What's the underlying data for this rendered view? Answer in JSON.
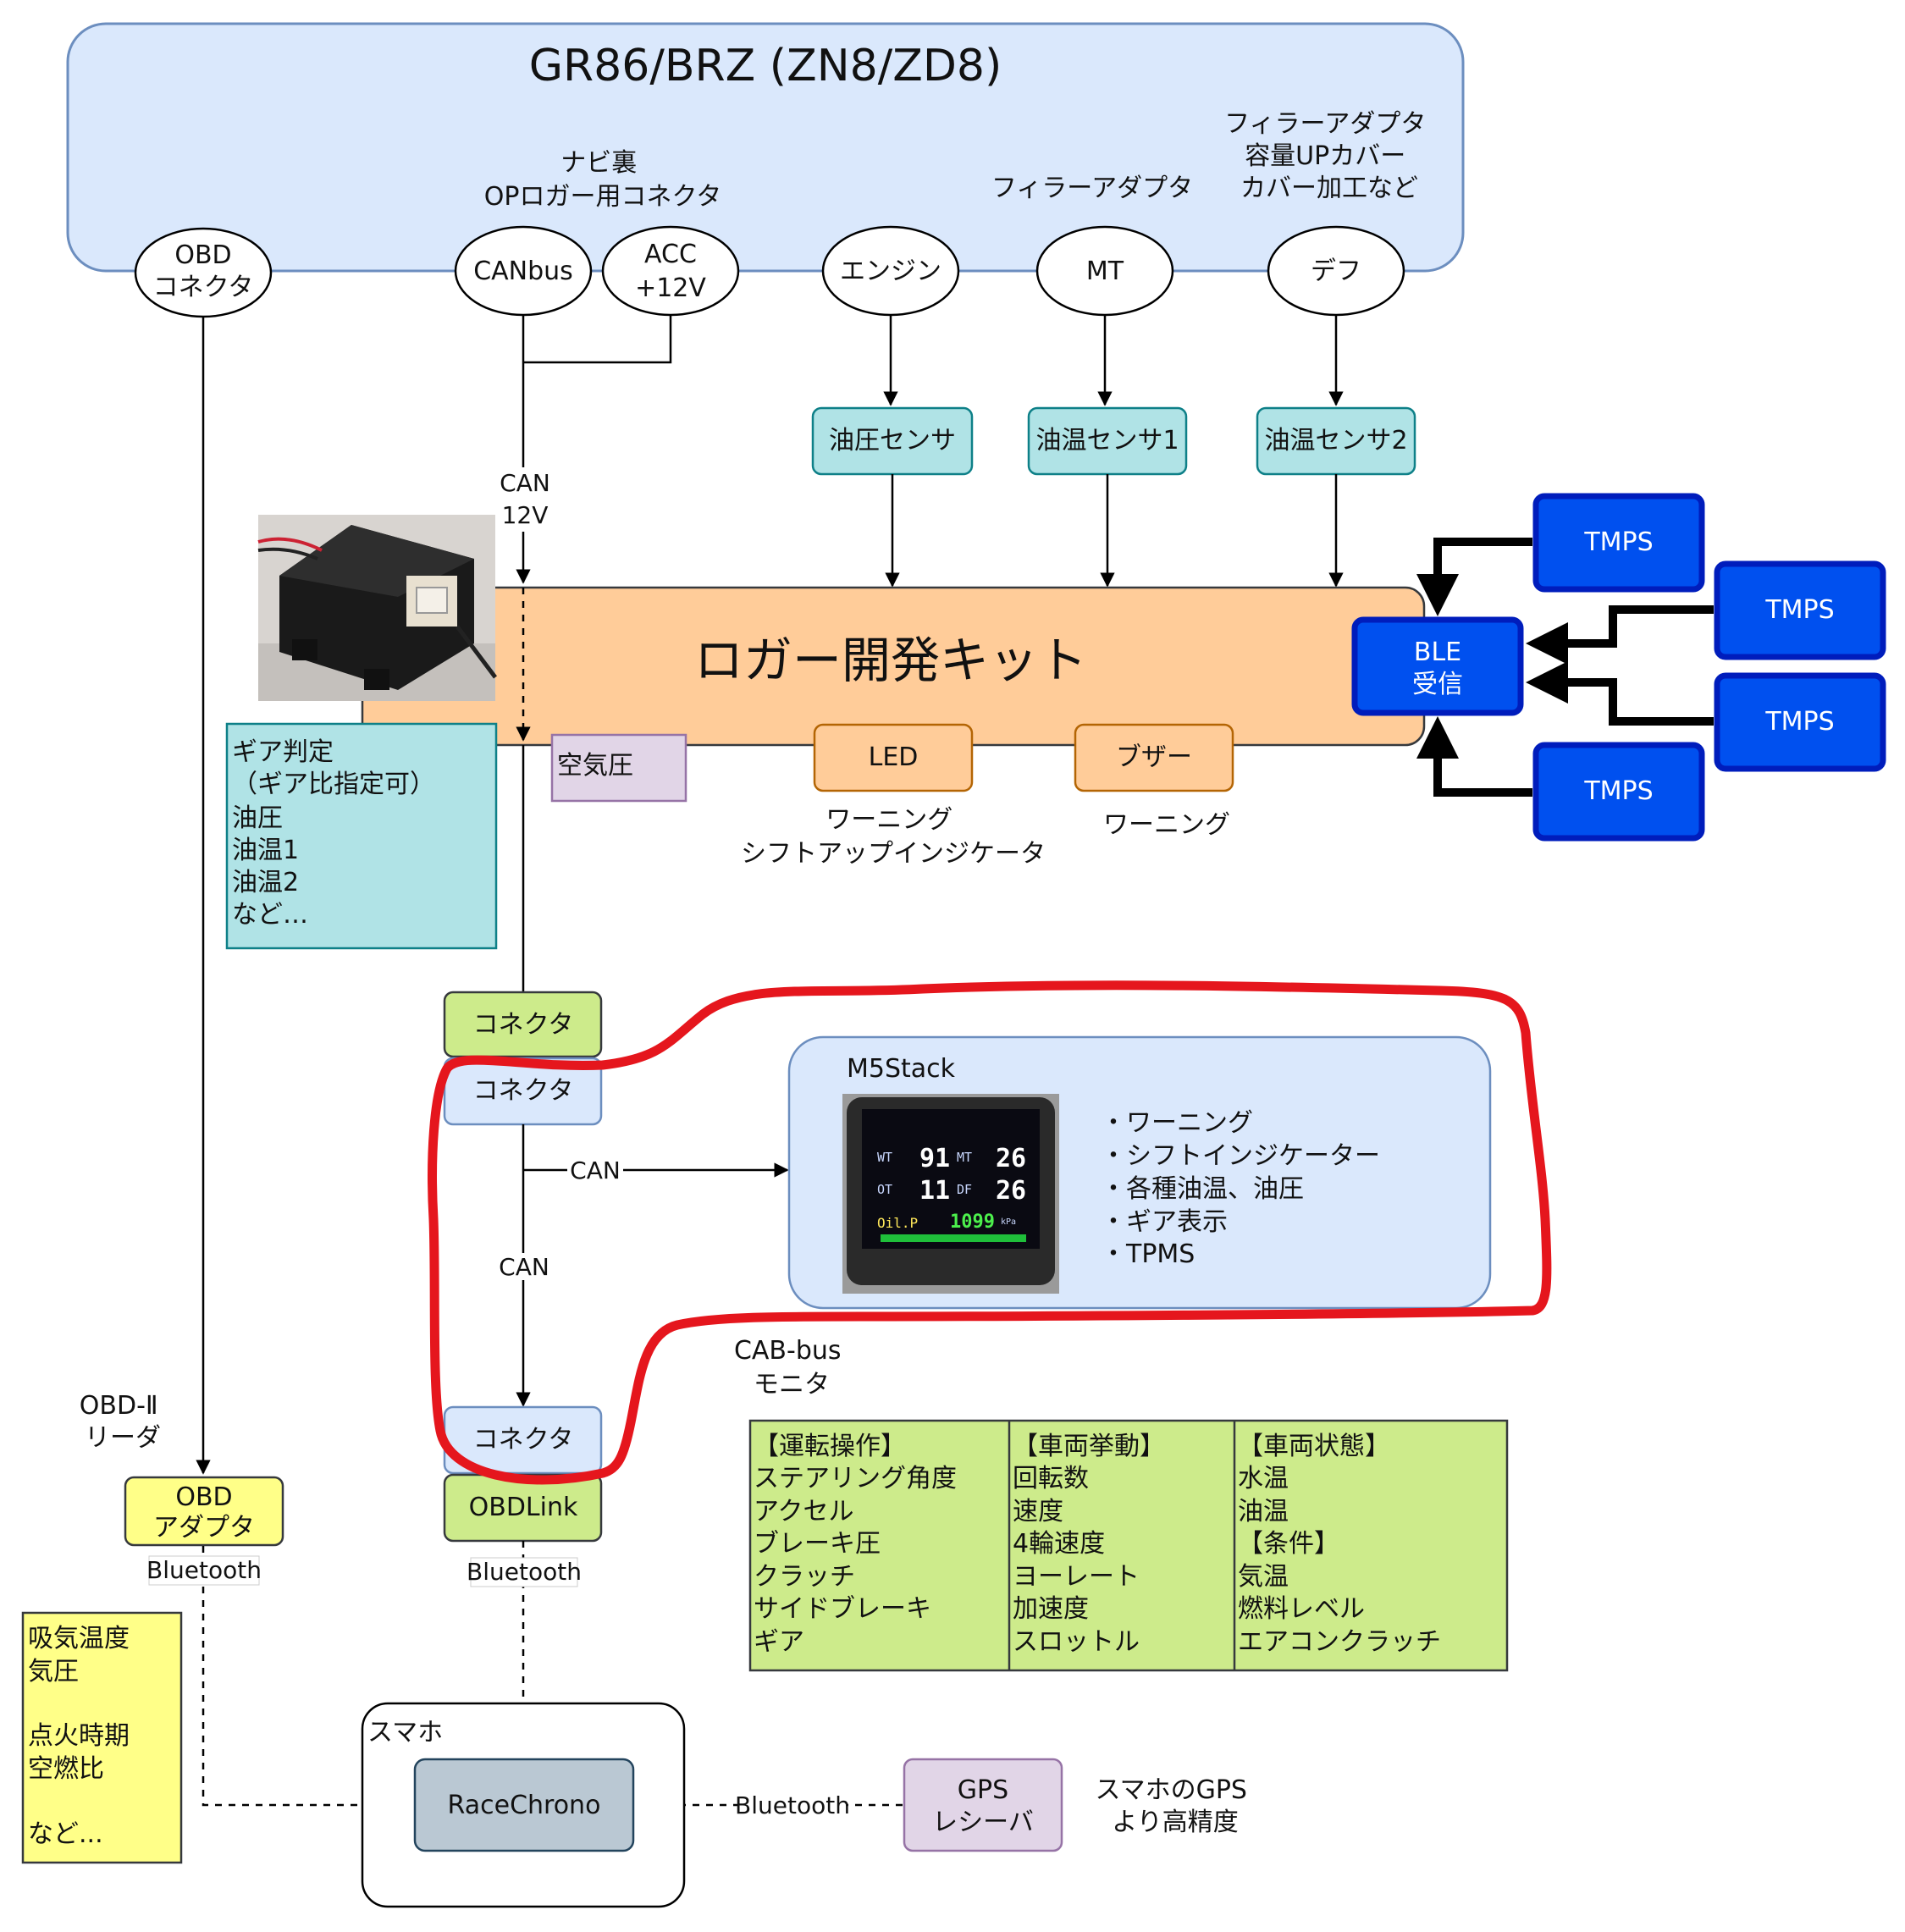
{
  "car": {
    "title": "GR86/BRZ (ZN8/ZD8)"
  },
  "ports": {
    "obd": [
      "OBD",
      "コネクタ"
    ],
    "canbus": "CANbus",
    "acc": [
      "ACC",
      "+12V"
    ],
    "engine": "エンジン",
    "mt": "MT",
    "diff": "デフ"
  },
  "port_notes": {
    "navi": [
      "ナビ裏",
      "OPロガー用コネクタ"
    ],
    "pillar": "フィラーアダプタ",
    "pillar2": [
      "フィラーアダプタ",
      "容量UPカバー",
      "カバー加工など"
    ]
  },
  "sensors": {
    "oil_press": "油圧センサ",
    "oil_temp1": "油温センサ1",
    "oil_temp2": "油温センサ2"
  },
  "logger": {
    "title": "ロガー開発キット",
    "led": "LED",
    "buzzer": "ブザー",
    "led_note": [
      "ワーニング",
      "シフトアップインジケータ"
    ],
    "buzzer_note": "ワーニング",
    "air": "空気圧"
  },
  "ble": [
    "BLE",
    "受信"
  ],
  "tpms": [
    "TMPS",
    "TMPS",
    "TMPS",
    "TMPS"
  ],
  "logger_features": [
    "ギア判定",
    "（ギア比指定可）",
    "油圧",
    "油温1",
    "油温2",
    "など…"
  ],
  "wire_labels": {
    "can12v": [
      "CAN",
      "12V"
    ],
    "can_a": "CAN",
    "can_b": "CAN",
    "bt1": "Bluetooth",
    "bt2": "Bluetooth",
    "bt3": "Bluetooth"
  },
  "connectors": {
    "c1": "コネクタ",
    "c2": "コネクタ",
    "c3": "コネクタ",
    "obdlink": "OBDLink"
  },
  "m5": {
    "title": "M5Stack",
    "features": [
      "・ワーニング",
      "・シフトインジケーター",
      "・各種油温、油圧",
      "・ギア表示",
      "・TPMS"
    ],
    "screen": {
      "wt": "WT",
      "wt_val": "91",
      "mt": "MT",
      "mt_val": "26",
      "ot": "OT",
      "ot_val": "11",
      "df": "DF",
      "df_val": "26",
      "oilp": "Oil.P",
      "oilp_val": "1099",
      "oilp_unit": "kPa"
    }
  },
  "canbus_monitor": [
    "CAB-bus",
    "モニタ"
  ],
  "obd2_reader": [
    "OBD-Ⅱ",
    "リーダ"
  ],
  "obd_adapter": [
    "OBD",
    "アダプタ"
  ],
  "obd_values": [
    "吸気温度",
    "気圧",
    "",
    "点火時期",
    "空燃比",
    "",
    "など..."
  ],
  "phone": {
    "label": "スマホ",
    "app": "RaceChrono"
  },
  "gps": {
    "label": [
      "GPS",
      "レシーバ"
    ],
    "note": [
      "スマホのGPS",
      "より高精度"
    ]
  },
  "table": {
    "headers": [
      "【運転操作】",
      "【車両挙動】",
      "【車両状態】"
    ],
    "col1": [
      "ステアリング角度",
      "アクセル",
      "ブレーキ圧",
      "クラッチ",
      "サイドブレーキ",
      "ギア"
    ],
    "col2": [
      "回転数",
      "速度",
      "4輪速度",
      "ヨーレート",
      "加速度",
      "スロットル"
    ],
    "col3": [
      "水温",
      "油温",
      "【条件】",
      "気温",
      "燃料レベル",
      "エアコンクラッチ"
    ]
  },
  "colors": {
    "car_bg": "#dae8fc",
    "teal": "#b0e3e6",
    "orange": "#ffcc99",
    "blue": "#0050ef",
    "green": "#cdeb8b",
    "yellow": "#ffff88",
    "purple": "#e1d5e7",
    "gray": "#bac8d3",
    "red": "#e5161d"
  }
}
